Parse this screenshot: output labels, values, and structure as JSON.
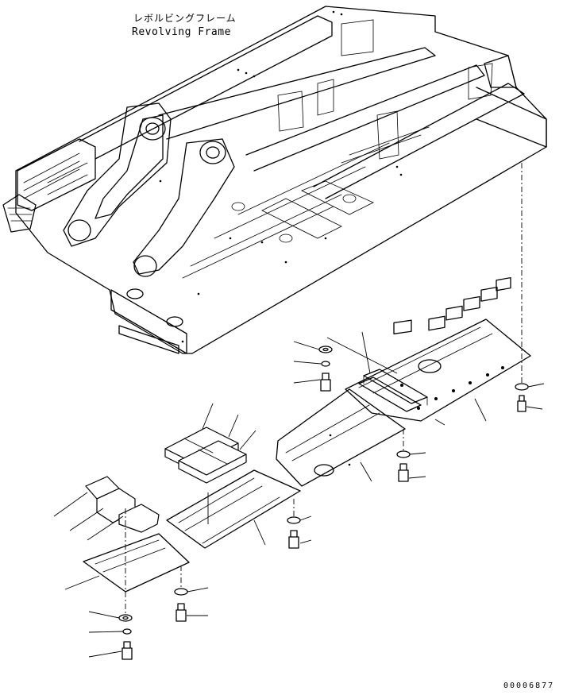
{
  "title": {
    "japanese": "レボルビングフレーム",
    "english": "Revolving Frame"
  },
  "drawing_number": "00006877",
  "icons": [
    "revolving-frame-drawing",
    "under-cover-plate",
    "bolt",
    "washer",
    "spring-washer",
    "pad"
  ]
}
